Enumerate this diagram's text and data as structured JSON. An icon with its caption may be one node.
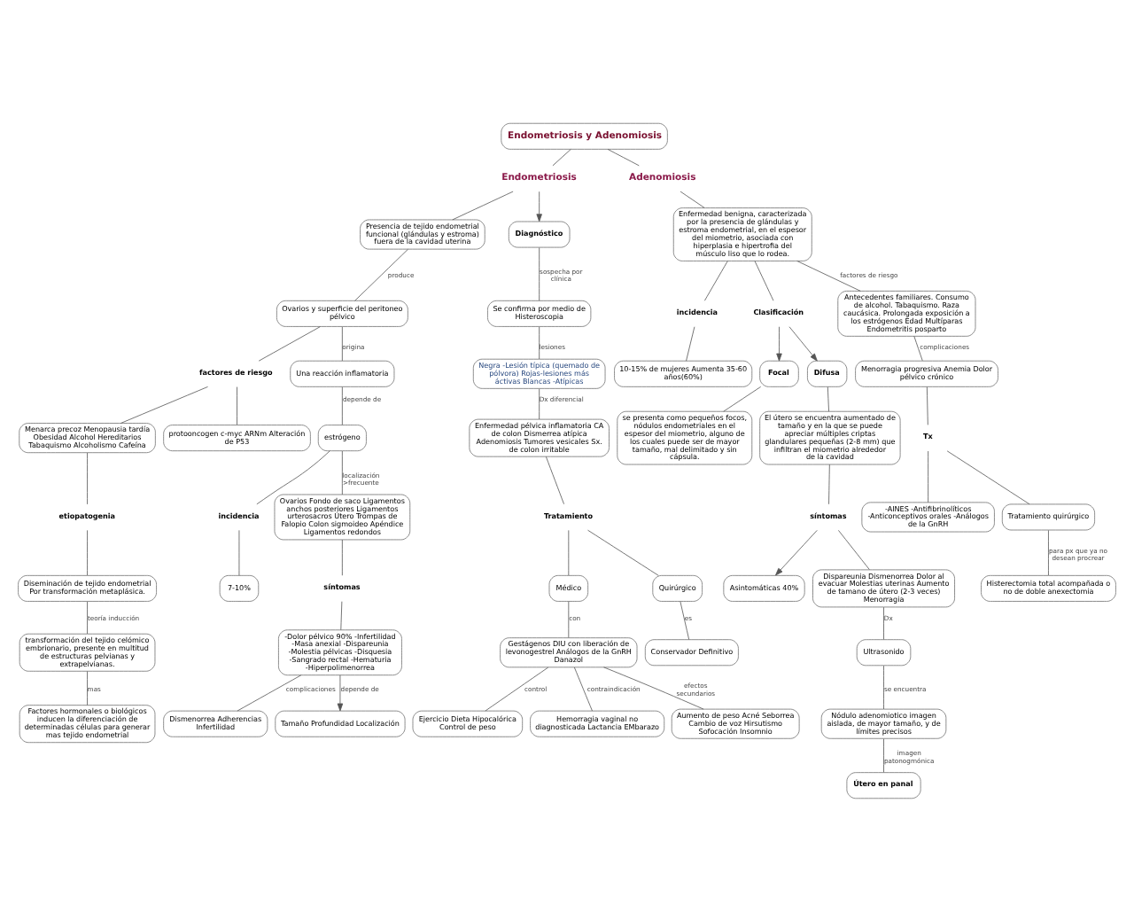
{
  "diagram": {
    "nodes": [
      {
        "text": [
          "Endometriosis y Adenomiosis"
        ]
      },
      {
        "text": [
          "Endometriosis"
        ]
      },
      {
        "text": [
          "Adenomiosis"
        ]
      },
      {
        "text": [
          "Presencia de tejido endometrial funcional (glándulas y estroma) fuera de la cavidad uterina"
        ]
      },
      {
        "text": [
          "Diagnóstico"
        ]
      },
      {
        "text": [
          "Ovarios y superficie del peritoneo pélvico"
        ]
      },
      {
        "text": [
          "factores de riesgo"
        ]
      },
      {
        "text": [
          "Menarca precoz Menopausia tardía Obesidad Alcohol Hereditarios Tabaquismo Alcoholismo Cafeína"
        ]
      },
      {
        "text": [
          "protooncogen c-myc ARNm Alteración de P53"
        ]
      },
      {
        "text": [
          "etiopatogenia"
        ]
      },
      {
        "text": [
          "Diseminación de tejido endometrial Por transformación metaplásica."
        ]
      },
      {
        "text": [
          "transformación del tejido celómico embrionario, presente en multitud de estructuras pelvianas y extrapelvianas."
        ]
      },
      {
        "text": [
          "Factores hormonales o biológicos inducen la diferenciación de determinadas células para generar mas tejido endometrial"
        ]
      },
      {
        "text": [
          "Una reacción inflamatoria"
        ]
      },
      {
        "text": [
          "estrógeno"
        ]
      },
      {
        "text": [
          "incidencia"
        ]
      },
      {
        "text": [
          "7-10%"
        ]
      },
      {
        "text": [
          "Ovarios Fondo de saco Ligamentos anchos posteriores Ligamentos urterosacros Útero Trompas de Falopio Colon sigmoideo Apéndice Ligamentos redondos"
        ]
      },
      {
        "text": [
          "síntomas"
        ]
      },
      {
        "text": [
          "-Dolor pélvico 90% -Infertilidad -Masa anexial -Dispareunia -Molestia pélvicas -Disquesia -Sangrado rectal -Hematuria -Hiperpolimenorrea"
        ]
      },
      {
        "text": [
          "Dismenorrea Adherencias Infertilidad"
        ]
      },
      {
        "text": [
          "Tamaño Profundidad Localización"
        ]
      },
      {
        "text": [
          "Se confirma por medio de Histeroscopia"
        ]
      },
      {
        "text": [
          "Negra -Lesión típica (quemado de pólvora) Rojas-lesiones más áctivas Blancas -Atípicas"
        ]
      },
      {
        "text": [
          "Enfermedad pélvica inflamatoria CA de colon Dismerrea atípica Adenomiosis Tumores vesicales Sx. de colon irritable"
        ]
      },
      {
        "text": [
          "Tratamiento"
        ]
      },
      {
        "text": [
          "Médico"
        ]
      },
      {
        "text": [
          "Quirúrgico"
        ]
      },
      {
        "text": [
          "Conservador Definitivo"
        ]
      },
      {
        "text": [
          "Gestágenos DIU con liberación de levonogestrel Análogos de la GnRH Danazol"
        ]
      },
      {
        "text": [
          "Ejercicio Dieta Hipocalórica Control de peso"
        ]
      },
      {
        "text": [
          "Hemorragia vaginal no diagnosticada Lactancia EMbarazo"
        ]
      },
      {
        "text": [
          "Aumento de peso Acné Seborrea Cambio de voz Hirsutismo Sofocación Insomnio"
        ]
      },
      {
        "text": [
          "Enfermedad benigna, caracterizada por la presencia de glándulas y estroma endometrial, en el espesor del miometrio, asociada con hiperplasia e hipertrofia del músculo liso que lo rodea."
        ]
      },
      {
        "text": [
          "incidencia"
        ]
      },
      {
        "text": [
          "10-15% de mujeres Aumenta 35-60 años(60%)"
        ]
      },
      {
        "text": [
          "Clasificación"
        ]
      },
      {
        "text": [
          "Focal"
        ]
      },
      {
        "text": [
          "Difusa"
        ]
      },
      {
        "text": [
          "se presenta como pequeños focos, nódulos endometriales en el espesor del miometrio, alguno de los cuales puede ser de mayor tamaño, mal delimitado y sin cápsula."
        ]
      },
      {
        "text": [
          "El útero se encuentra aumentado de tamaño y en la que se puede apreciar múltiples criptas glandulares pequeñas (2-8 mm) que infiltran el miometrio alrededor de la cavidad"
        ]
      },
      {
        "text": [
          "síntomas"
        ]
      },
      {
        "text": [
          "Asintomáticas 40%"
        ]
      },
      {
        "text": [
          "Dispareunia Dismenorrea Dolor al evacuar Molestias uterinas Aumento de tamano de útero (2-3 veces) Menorragia"
        ]
      },
      {
        "text": [
          "Ultrasonido"
        ]
      },
      {
        "text": [
          "Nódulo adenomiotico imagen aislada, de mayor tamaño, y de límites precisos"
        ]
      },
      {
        "text": [
          "Útero en panal"
        ]
      },
      {
        "text": [
          "Antecedentes familiares. Consumo de alcohol. Tabaquismo. Raza caucásica. Prolongada exposición a los estrógenos Edad Multíparas Endometritis posparto"
        ]
      },
      {
        "text": [
          "Menorragia progresiva Anemia Dolor pélvico crónico"
        ]
      },
      {
        "text": [
          "Tx"
        ]
      },
      {
        "text": [
          "-AINES -Antifibrinolíticos -Anticonceptivos orales -Análogos de la GnRH"
        ]
      },
      {
        "text": [
          "Tratamiento quirúrgico"
        ]
      },
      {
        "text": [
          "Histerectomia total acompañada o no de doble anexectomia"
        ]
      }
    ],
    "edges": [
      {
        "from": 0,
        "to": 1,
        "arrow": "none"
      },
      {
        "from": 0,
        "to": 2,
        "arrow": "none"
      },
      {
        "from": 1,
        "to": 3,
        "arrow": "none"
      },
      {
        "from": 1,
        "to": 4,
        "arrow": "to"
      },
      {
        "from": 3,
        "to": 5,
        "arrow": "none",
        "label": "produce"
      },
      {
        "from": 5,
        "to": 6,
        "arrow": "none"
      },
      {
        "from": 6,
        "to": 7,
        "arrow": "none"
      },
      {
        "from": 6,
        "to": 8,
        "arrow": "none"
      },
      {
        "from": 7,
        "to": 9,
        "arrow": "none"
      },
      {
        "from": 9,
        "to": 10,
        "arrow": "none"
      },
      {
        "from": 10,
        "to": 11,
        "arrow": "none",
        "label": "teoría inducción"
      },
      {
        "from": 11,
        "to": 12,
        "arrow": "none",
        "label": "mas"
      },
      {
        "from": 5,
        "to": 13,
        "arrow": "none",
        "label": "origina"
      },
      {
        "from": 13,
        "to": 14,
        "arrow": "none",
        "label": "depende de"
      },
      {
        "from": 14,
        "to": 15,
        "arrow": "none"
      },
      {
        "from": 15,
        "to": 16,
        "arrow": "none"
      },
      {
        "from": 14,
        "to": 17,
        "arrow": "none",
        "label": "localización >frecuente"
      },
      {
        "from": 17,
        "to": 18,
        "arrow": "none"
      },
      {
        "from": 18,
        "to": 19,
        "arrow": "none"
      },
      {
        "from": 19,
        "to": 20,
        "arrow": "none",
        "label": "complicaciones"
      },
      {
        "from": 19,
        "to": 21,
        "arrow": "to",
        "label": "depende de"
      },
      {
        "from": 4,
        "to": 22,
        "arrow": "none",
        "label": "sospecha por clínica"
      },
      {
        "from": 22,
        "to": 23,
        "arrow": "none",
        "label": "lesiones"
      },
      {
        "from": 23,
        "to": 24,
        "arrow": "none",
        "label": "Dx diferencial"
      },
      {
        "from": 24,
        "to": 25,
        "arrow": "none"
      },
      {
        "from": 25,
        "to": 26,
        "arrow": "none"
      },
      {
        "from": 25,
        "to": 27,
        "arrow": "none"
      },
      {
        "from": 27,
        "to": 28,
        "arrow": "none",
        "label": "es"
      },
      {
        "from": 26,
        "to": 29,
        "arrow": "none",
        "label": "con"
      },
      {
        "from": 29,
        "to": 30,
        "arrow": "none",
        "label": "control"
      },
      {
        "from": 29,
        "to": 31,
        "arrow": "none",
        "label": "contraindicación"
      },
      {
        "from": 29,
        "to": 32,
        "arrow": "none",
        "label": "efectos secundarios"
      },
      {
        "from": 2,
        "to": 33,
        "arrow": "none"
      },
      {
        "from": 33,
        "to": 34,
        "arrow": "none"
      },
      {
        "from": 34,
        "to": 35,
        "arrow": "none"
      },
      {
        "from": 33,
        "to": 36,
        "arrow": "none"
      },
      {
        "from": 36,
        "to": 37,
        "arrow": "to"
      },
      {
        "from": 36,
        "to": 38,
        "arrow": "to"
      },
      {
        "from": 37,
        "to": 39,
        "arrow": "none"
      },
      {
        "from": 38,
        "to": 40,
        "arrow": "none"
      },
      {
        "from": 40,
        "to": 41,
        "arrow": "none"
      },
      {
        "from": 41,
        "to": 42,
        "arrow": "to"
      },
      {
        "from": 41,
        "to": 43,
        "arrow": "none"
      },
      {
        "from": 43,
        "to": 44,
        "arrow": "none",
        "label": "Dx"
      },
      {
        "from": 44,
        "to": 45,
        "arrow": "none",
        "label": "se encuentra"
      },
      {
        "from": 45,
        "to": 46,
        "arrow": "none",
        "label": "imagen patonogmónica"
      },
      {
        "from": 33,
        "to": 47,
        "arrow": "none",
        "label": "factores de riesgo"
      },
      {
        "from": 47,
        "to": 48,
        "arrow": "none",
        "label": "complicaciones"
      },
      {
        "from": 48,
        "to": 49,
        "arrow": "none"
      },
      {
        "from": 49,
        "to": 50,
        "arrow": "none"
      },
      {
        "from": 49,
        "to": 51,
        "arrow": "none"
      },
      {
        "from": 51,
        "to": 52,
        "arrow": "none",
        "label": "para px que ya no desean procrear"
      }
    ]
  }
}
